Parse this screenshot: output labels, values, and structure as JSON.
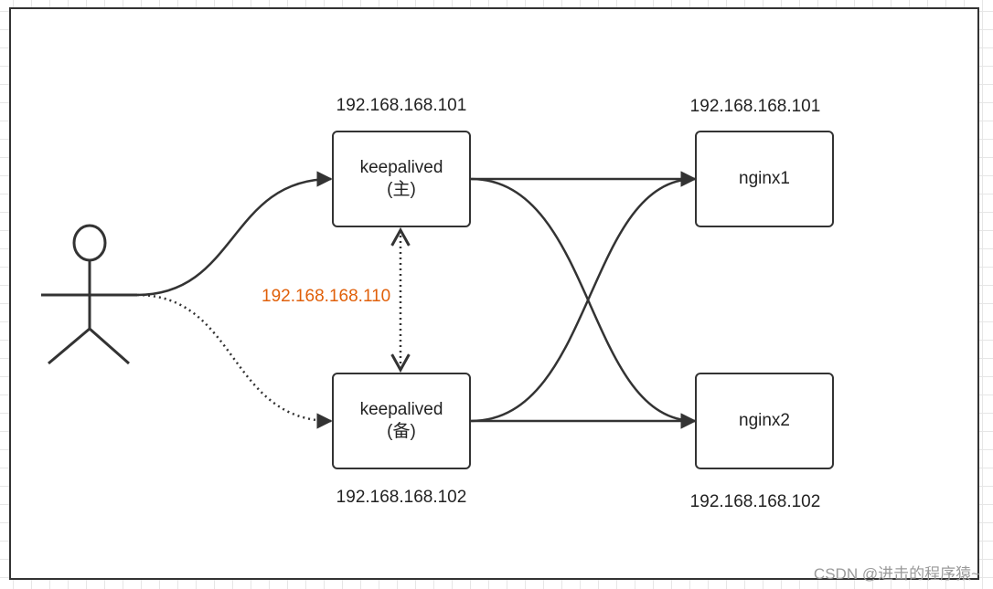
{
  "nodes": {
    "keepalived_master": {
      "name": "keepalived",
      "role": "(主)",
      "ip": "192.168.168.101"
    },
    "keepalived_backup": {
      "name": "keepalived",
      "role": "(备)",
      "ip": "192.168.168.102"
    },
    "nginx1": {
      "name": "nginx1",
      "ip": "192.168.168.101"
    },
    "nginx2": {
      "name": "nginx2",
      "ip": "192.168.168.102"
    }
  },
  "virtual_ip": {
    "label": "192.168.168.110",
    "color": "#e0600a"
  },
  "colors": {
    "stroke": "#333333",
    "text": "#222222",
    "background": "#ffffff",
    "grid": "#e6e6e6"
  },
  "actor": {
    "icon": "stick-figure-user-icon"
  },
  "watermark": "CSDN @进击的程序猿~"
}
